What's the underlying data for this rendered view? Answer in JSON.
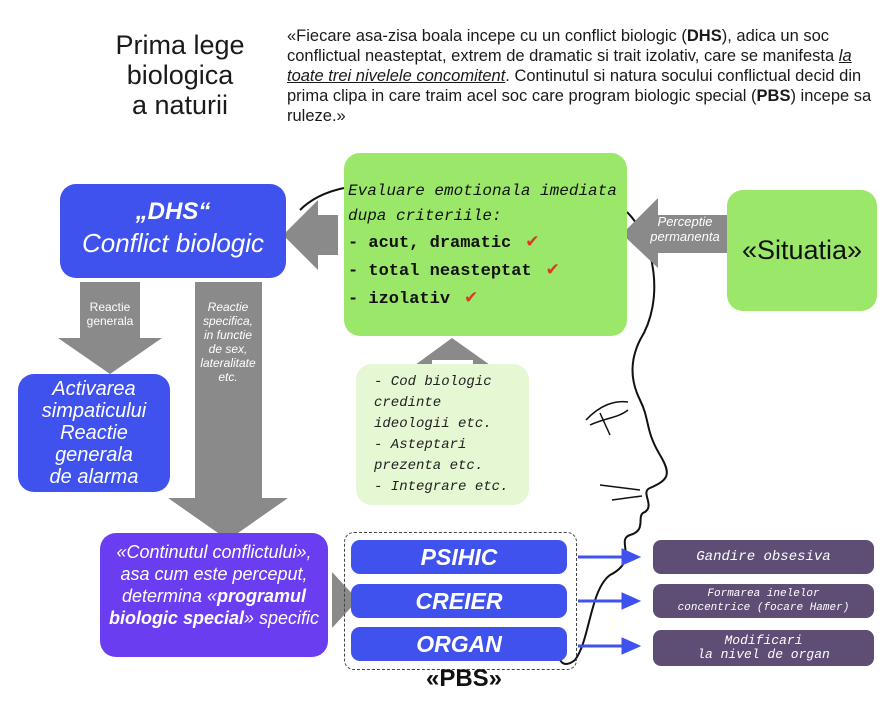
{
  "title": {
    "line1": "Prima lege",
    "line2": "biologica",
    "line3": "a naturii"
  },
  "quote": {
    "p1": "«Fiecare asa-zisa boala incepe cu un conflict biologic (",
    "dhs": "DHS",
    "p2": "), adica un soc conflictual neasteptat, extrem de dramatic si trait izolativ, care se manifesta ",
    "em": "la toate trei nivelele concomitent",
    "p3": ". Continutul si natura socului conflictual decid din prima clipa in care traim acel soc care program biologic special (",
    "pbs": "PBS",
    "p4": ") incepe sa ruleze.»"
  },
  "dhs_box": {
    "line1": "„DHS“",
    "line2": "Conflict biologic"
  },
  "evaluation": {
    "line1": "Evaluare emotionala imediata",
    "line2": "dupa criteriile:",
    "criteria": [
      "- acut, dramatic",
      "- total neasteptat",
      "- izolativ"
    ],
    "check_icon": "✔"
  },
  "situation": {
    "label": "«Situatia»",
    "arrow_label_1": "Perceptie",
    "arrow_label_2": "permanenta"
  },
  "left_arrow": {
    "line1": "Reactie",
    "line2": "generala"
  },
  "middle_arrow": {
    "lines": [
      "Reactie",
      "specifica,",
      "in functie",
      "de sex,",
      "lateralitate",
      "etc."
    ]
  },
  "activation": {
    "lines": [
      "Activarea",
      "simpaticului",
      "Reactie",
      "generala",
      "de alarma"
    ]
  },
  "code": {
    "lines": [
      "- Cod biologic",
      "credinte",
      "ideologii etc.",
      "- Asteptari",
      "prezenta etc.",
      "- Integrare etc."
    ]
  },
  "content": {
    "p1": "«Continutul conflictului», asa cum este perceput, determina «",
    "bold": "programul biologic special",
    "p2": "» specific"
  },
  "levels": [
    "PSIHIC",
    "CREIER",
    "ORGAN"
  ],
  "pbs": "«PBS»",
  "results": [
    {
      "line1": "Gandire obsesiva",
      "line2": ""
    },
    {
      "line1": "Formarea inelelor",
      "line2": "concentrice (focare Hamer)"
    },
    {
      "line1": "Modificari",
      "line2": "la nivel de organ"
    }
  ],
  "colors": {
    "blue": "#3f52ee",
    "green": "#9be76a",
    "purple": "#6b3df0",
    "result": "#5e4d74",
    "arrow_gray": "#8a8a8a",
    "check": "#d93a26"
  }
}
